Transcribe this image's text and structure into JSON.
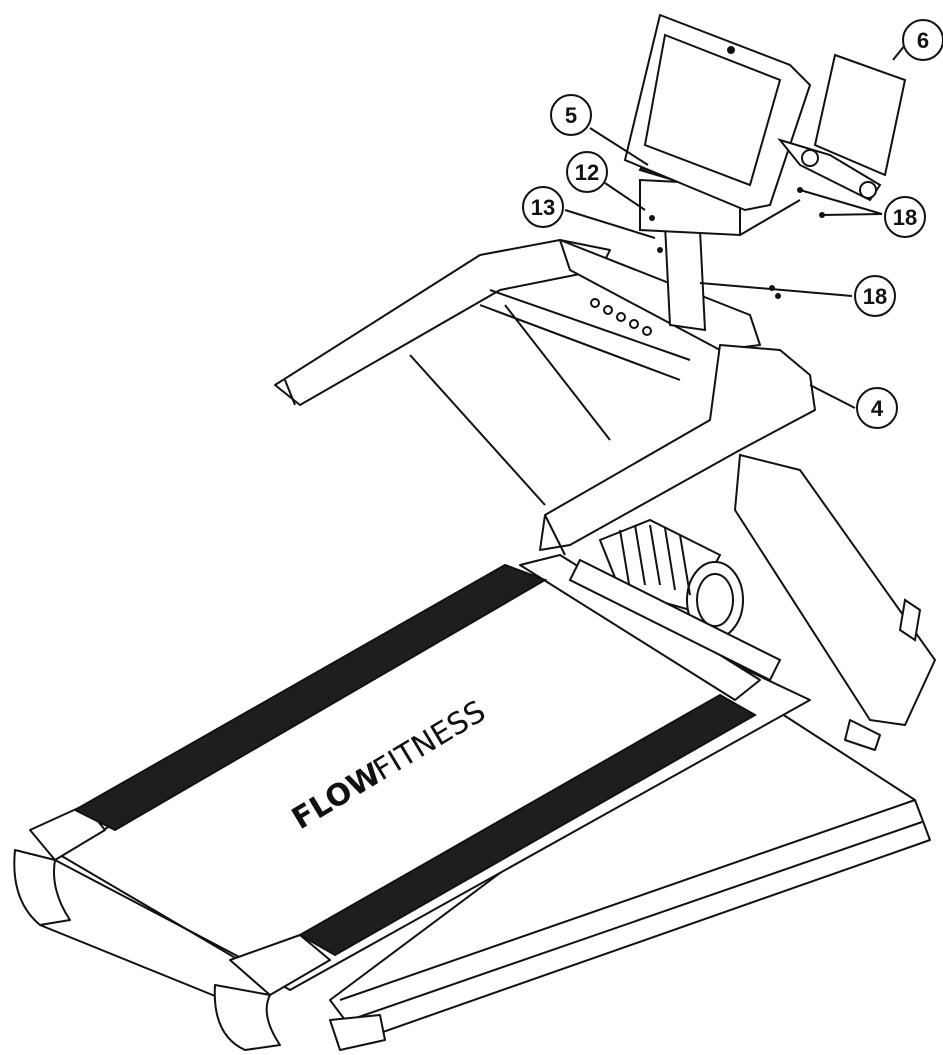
{
  "figure": {
    "brand": {
      "bold": "FLOW",
      "light": "FITNESS"
    },
    "callouts": [
      {
        "id": "c6",
        "label": "6"
      },
      {
        "id": "c5",
        "label": "5"
      },
      {
        "id": "c12",
        "label": "12"
      },
      {
        "id": "c13",
        "label": "13"
      },
      {
        "id": "c18a",
        "label": "18"
      },
      {
        "id": "c18b",
        "label": "18"
      },
      {
        "id": "c4",
        "label": "4"
      }
    ]
  }
}
